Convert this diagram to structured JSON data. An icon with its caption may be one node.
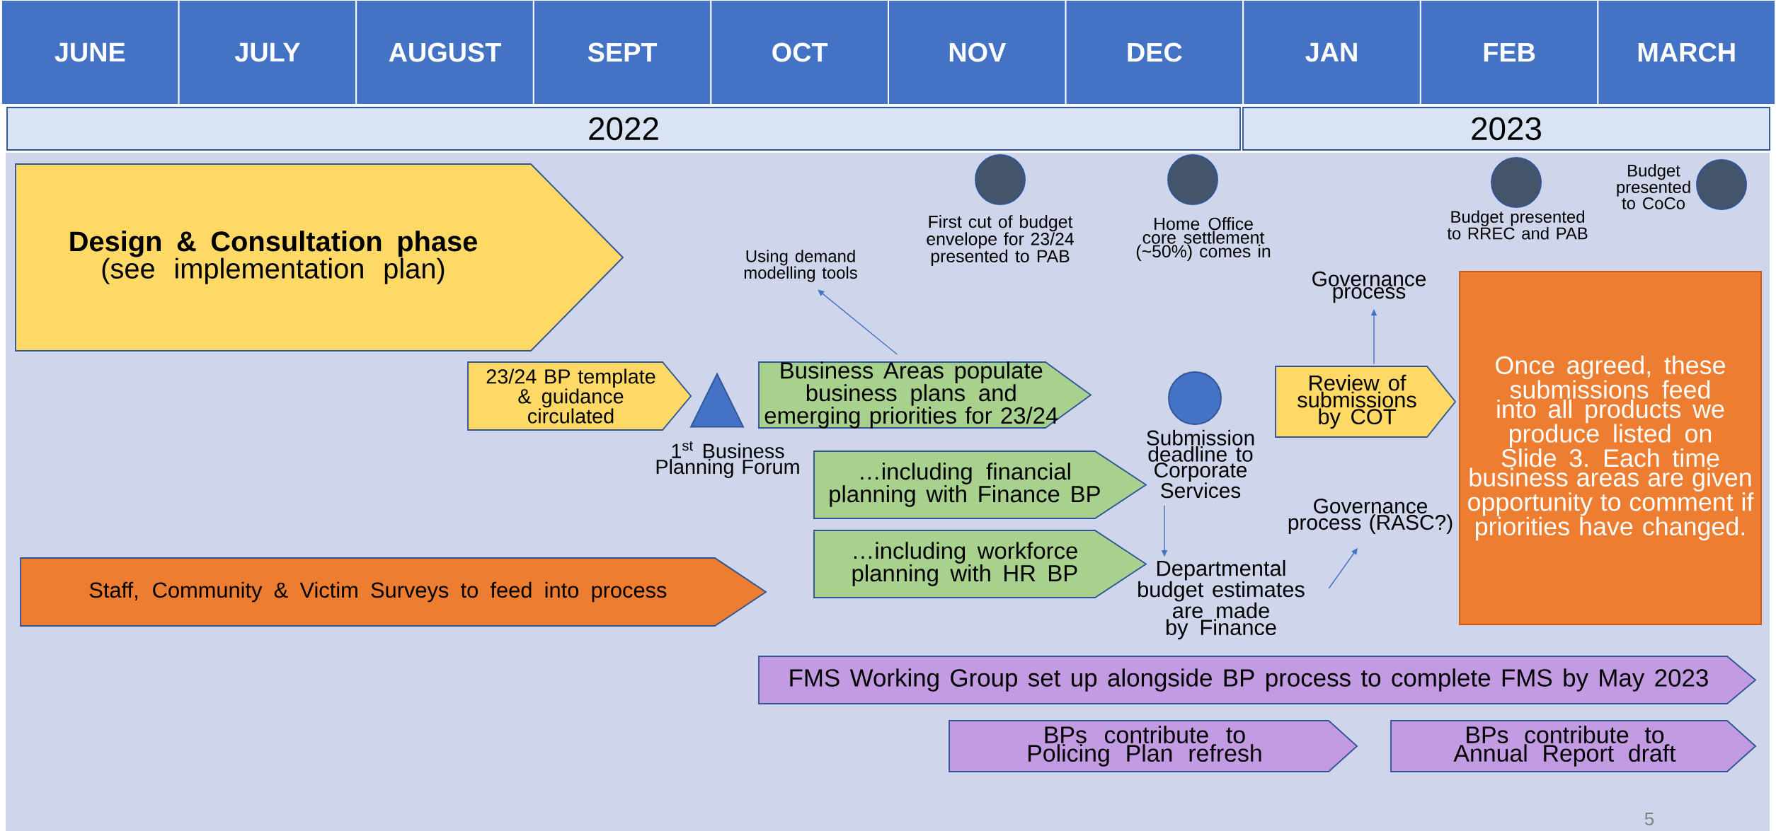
{
  "diagram": {
    "nodes": [
      {
        "text": [
          "JUNE"
        ]
      },
      {
        "text": [
          "JULY"
        ]
      },
      {
        "text": [
          "AUGUST"
        ]
      },
      {
        "text": [
          "SEPT"
        ]
      },
      {
        "text": [
          "OCT"
        ]
      },
      {
        "text": [
          "NOV"
        ]
      },
      {
        "text": [
          "DEC"
        ]
      },
      {
        "text": [
          "JAN"
        ]
      },
      {
        "text": [
          "FEB"
        ]
      },
      {
        "text": [
          "MARCH"
        ]
      },
      {
        "text": [
          "2022"
        ]
      },
      {
        "text": [
          "2023"
        ]
      },
      {
        "text": [
          "**Design & Consultation phase** (see implementation plan)"
        ]
      },
      {
        "text": [],
        "shape": "circle",
        "beside": [
          "First cut of budget envelope for 23/24 presented to PAB"
        ]
      },
      {
        "text": [],
        "shape": "circle",
        "beside": [
          "Home Office core settlement (~50%) comes in"
        ]
      },
      {
        "text": [],
        "shape": "circle",
        "beside": [
          "Budget presented to RREC and PAB"
        ]
      },
      {
        "text": [],
        "shape": "circle",
        "beside": [
          "Budget presented to CoCo"
        ]
      },
      {
        "text": [
          "Using demand modelling tools"
        ]
      },
      {
        "text": [
          "Governance process"
        ]
      },
      {
        "text": [
          "23/24 BP template & guidance circulated"
        ]
      },
      {
        "text": [],
        "shape": "triangle",
        "beside": [
          "1$^{st}$ Business Planning Forum"
        ]
      },
      {
        "text": [
          "Business Areas populate business plans and emerging priorities for 23/24"
        ]
      },
      {
        "text": [],
        "shape": "circle",
        "beside": [
          "Submission deadline to Corporate Services"
        ]
      },
      {
        "text": [
          "Review of submissions by COT"
        ]
      },
      {
        "text": [
          "Once agreed, these submissions feed into all products we produce listed on Slide 3. Each time business areas are given opportunity to comment if priorities have changed."
        ]
      },
      {
        "text": [
          "…including financial planning with Finance BP"
        ]
      },
      {
        "text": [
          "Governance process (RASC?)"
        ]
      },
      {
        "text": [
          "…including workforce planning with HR BP"
        ]
      },
      {
        "text": [
          "Staff, Community & Victim Surveys to feed into process"
        ]
      },
      {
        "text": [
          "Departmental budget estimates are made by Finance"
        ]
      },
      {
        "text": [
          "FMS Working Group set up alongside BP process to complete FMS by May 2023"
        ]
      },
      {
        "text": [
          "BPs contribute to Policing Plan refresh"
        ]
      },
      {
        "text": [
          "BPs contribute to Annual Report draft"
        ]
      }
    ],
    "edges": [
      {
        "from": 21,
        "to": 17,
        "arrow": "to"
      },
      {
        "from": 23,
        "to": 18,
        "arrow": "to"
      },
      {
        "from": 22,
        "to": 29,
        "arrow": "to"
      },
      {
        "from": 29,
        "to": 26,
        "arrow": "to"
      }
    ],
    "labels": [
      "5"
    ]
  }
}
